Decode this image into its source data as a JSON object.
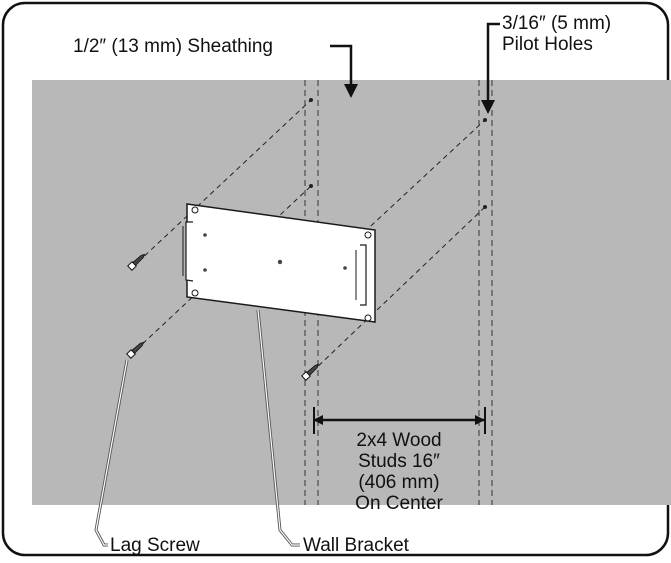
{
  "labels": {
    "sheathing": "1/2″ (13 mm) Sheathing",
    "pilot_holes_line1": "3/16″ (5 mm)",
    "pilot_holes_line2": "Pilot Holes",
    "studs_line1": "2x4 Wood",
    "studs_line2": "Studs 16″",
    "studs_line3": "(406 mm)",
    "studs_line4": "On Center",
    "lag_screw": "Lag Screw",
    "wall_bracket": "Wall Bracket"
  },
  "colors": {
    "wall": "#b8b8b9",
    "bracket": "#ffffff",
    "stroke": "#1a1a1a"
  }
}
